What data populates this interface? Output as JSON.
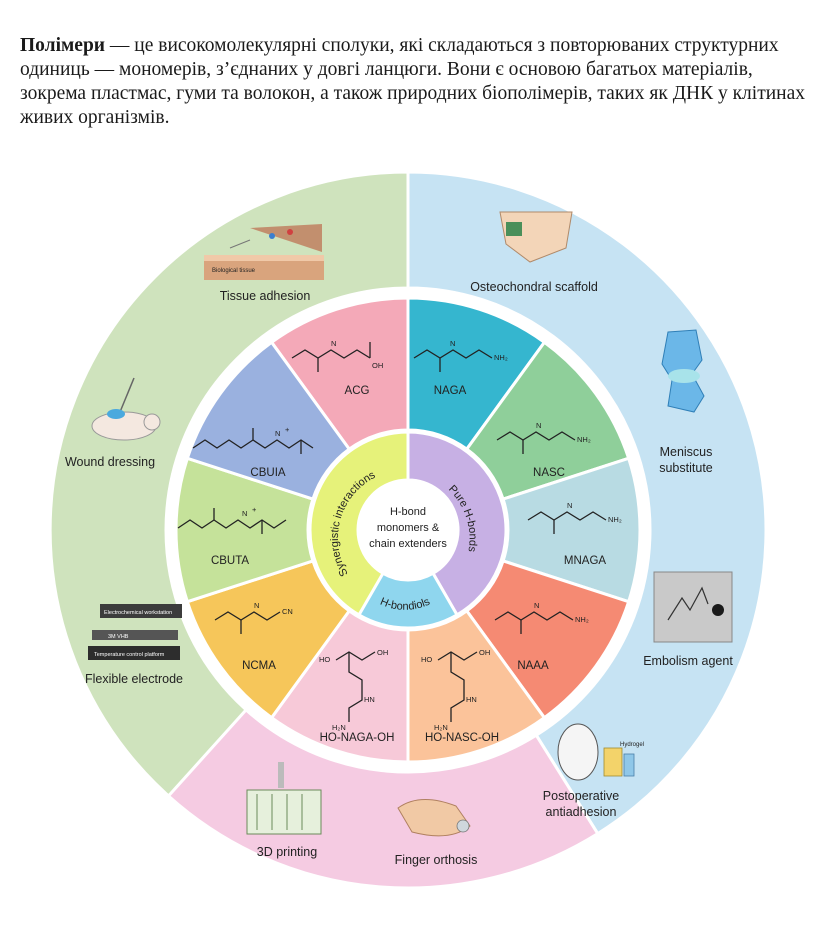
{
  "intro": {
    "term": "Полімери",
    "text": " — це високомолекулярні сполуки, які складаються з повторюваних структурних одиниць — мономерів, з’єднаних у довгі ланцюги. Вони є основою багатьох матеріалів, зокрема пластмас, гуми та волокон, а також природних біополімерів, таких як ДНК у клітинах живих організмів."
  },
  "center": {
    "lines": [
      "H-bond",
      "monomers &",
      "chain extenders"
    ]
  },
  "inner_ring": {
    "synergistic": "Synergistic interactions",
    "pure": "Pure H-bonds",
    "hbondiols": "H-bondiols"
  },
  "monomers": [
    {
      "label": "ACG",
      "color": "#f4a9b8"
    },
    {
      "label": "NAGA",
      "color": "#35b6cf"
    },
    {
      "label": "NASC",
      "color": "#8fcf9a"
    },
    {
      "label": "MNAGA",
      "color": "#b8dbe3"
    },
    {
      "label": "NAAA",
      "color": "#f58a73"
    },
    {
      "label": "HO-NASC-OH",
      "color": "#fbc39a"
    },
    {
      "label": "HO-NAGA-OH",
      "color": "#f7c9d8"
    },
    {
      "label": "NCMA",
      "color": "#f6c65a"
    },
    {
      "label": "CBUTA",
      "color": "#c5e29a"
    },
    {
      "label": "CBUIA",
      "color": "#9ab1df"
    }
  ],
  "applications": {
    "tissue_adhesion": "Tissue adhesion",
    "osteochondral": "Osteochondral scaffold",
    "meniscus": [
      "Meniscus",
      "substitute"
    ],
    "embolism": "Embolism agent",
    "postoperative": [
      "Postoperative",
      "antiadhesion"
    ],
    "finger": "Finger orthosis",
    "printing": "3D printing",
    "electrode": "Flexible electrode",
    "wound": "Wound dressing"
  },
  "figure_text": {
    "biological_tissue": "Biological tissue",
    "electrochemical": "Electrochemical workstation",
    "vhb": "3M VHB",
    "temp_platform": "Temperature control platform",
    "hydrogel": "Hydrogel"
  },
  "chem": {
    "oh": "OH",
    "nh2": "NH₂",
    "h": "H",
    "n": "N",
    "o": "O",
    "cn": "CN",
    "ho": "HO",
    "hn": "HN",
    "h2n": "H₂N",
    "plus": "+"
  },
  "colors": {
    "outer_green": "#cfe3bd",
    "outer_blue": "#c6e3f3",
    "outer_pink": "#f5cbe2",
    "inner_green": "#e6f27a",
    "inner_purple": "#c7b0e4",
    "inner_blue": "#8fd6ee"
  }
}
